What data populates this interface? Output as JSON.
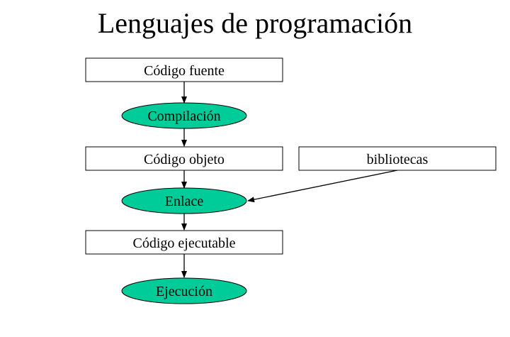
{
  "title": "Lenguajes de programación",
  "colors": {
    "process_fill": "#00cc99",
    "box_fill": "#ffffff",
    "stroke": "#000000"
  },
  "nodes": {
    "codigo_fuente": "Código fuente",
    "compilacion": "Compilación",
    "codigo_objeto": "Código objeto",
    "bibliotecas": "bibliotecas",
    "enlace": "Enlace",
    "codigo_ejecutable": "Código ejecutable",
    "ejecucion": "Ejecución"
  }
}
